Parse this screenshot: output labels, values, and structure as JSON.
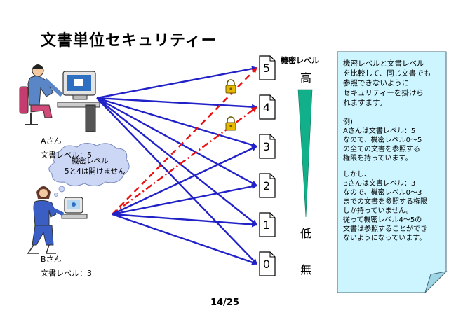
{
  "title": "文書単位セキュリティー",
  "user_a": {
    "name": "Aさん",
    "doc_level": "文書レベル：5"
  },
  "user_b": {
    "name": "Bさん",
    "doc_level": "文書レベル：3"
  },
  "thought_bubble": {
    "line1": "機密レベル",
    "line2": "5と4は開けません"
  },
  "level_header": "機密レベル",
  "scale": {
    "high": "高",
    "low": "低",
    "none": "無"
  },
  "documents": [
    "5",
    "4",
    "3",
    "2",
    "1",
    "0"
  ],
  "note": {
    "para1": "機密レベルと文書レベル\nを比較して、同じ文書でも\n参照できないように\nセキュリティーを掛けら\nれますます。",
    "para2": "例)\nAさんは文書レベル：5\nなので、機密レベル0～5\nの全ての文書を参照する\n権限を持っています。",
    "para3": "しかし、\nBさんは文書レベル：3\nなので、機密レベル0～3\nまでの文書を参照する権限\nしか持っていません。\n従って機密レベル4～5の\n文書は参照することができ\nないようになっています。"
  },
  "page_number": "14/25",
  "colors": {
    "access_line": "#2121c8",
    "blocked_line": "#e81010",
    "gauge": "#12b08a",
    "note_fill": "#ccf5ff",
    "lock": "#e6b800"
  }
}
